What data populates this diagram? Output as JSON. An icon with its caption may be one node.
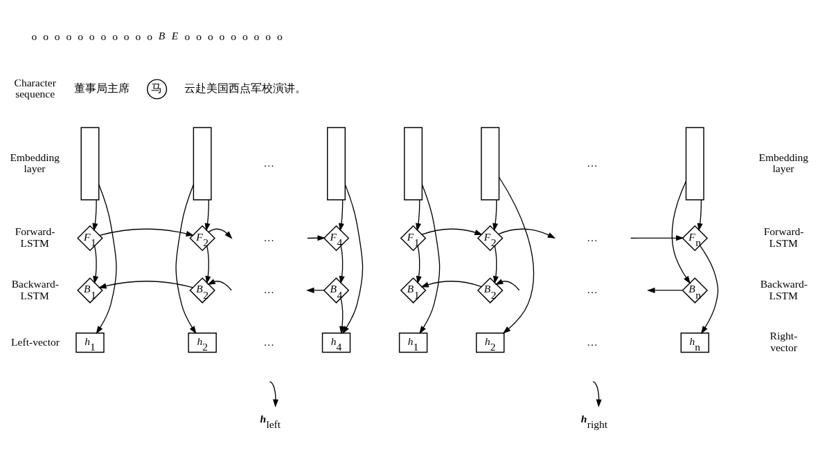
{
  "diagram": {
    "nodes": [
      {
        "text": [
          "马"
        ]
      },
      {
        "text": [],
        "shape": "box"
      },
      {
        "text": [],
        "shape": "box"
      },
      {
        "text": [],
        "shape": "box"
      },
      {
        "text": [],
        "shape": "box"
      },
      {
        "text": [],
        "shape": "box"
      },
      {
        "text": [],
        "shape": "box"
      },
      {
        "text": [
          "*F*$_{1}$"
        ]
      },
      {
        "text": [
          "*F*$_{2}$"
        ]
      },
      {
        "text": [
          "*F*$_{4}$"
        ]
      },
      {
        "text": [
          "*F*$_{1}$"
        ]
      },
      {
        "text": [
          "*F*$_{2}$"
        ]
      },
      {
        "text": [
          "*F*$_{n}$"
        ]
      },
      {
        "text": [
          "*B*$_{1}$"
        ]
      },
      {
        "text": [
          "*B*$_{2}$"
        ]
      },
      {
        "text": [
          "*B*$_{4}$"
        ]
      },
      {
        "text": [
          "*B*$_{1}$"
        ]
      },
      {
        "text": [
          "*B*$_{2}$"
        ]
      },
      {
        "text": [
          "*B*$_{n}$"
        ]
      },
      {
        "text": [
          "*h*$_{1}$"
        ]
      },
      {
        "text": [
          "*h*$_{2}$"
        ]
      },
      {
        "text": [
          "*h*$_{4}$"
        ]
      },
      {
        "text": [
          "*h*$_{1}$"
        ]
      },
      {
        "text": [
          "*h*$_{2}$"
        ]
      },
      {
        "text": [
          "*h*$_{n}$"
        ]
      },
      {
        "text": [
          "**h**$_{left}$"
        ]
      },
      {
        "text": [
          "**h**$_{right}$"
        ]
      }
    ],
    "edges": [
      {
        "from": 1,
        "to": 7,
        "arrow": "to"
      },
      {
        "from": 1,
        "to": 19,
        "arrow": "to"
      },
      {
        "from": 7,
        "to": 13,
        "arrow": "to"
      },
      {
        "from": 7,
        "to": 8,
        "arrow": "to"
      },
      {
        "from": 2,
        "to": 8,
        "arrow": "to"
      },
      {
        "from": 2,
        "to": 20,
        "arrow": "to"
      },
      {
        "from": 8,
        "to": 14,
        "arrow": "to"
      },
      {
        "from": 8,
        "to": null,
        "arrow": "to"
      },
      {
        "from": null,
        "to": 14,
        "arrow": "to"
      },
      {
        "from": 14,
        "to": 13,
        "arrow": "to"
      },
      {
        "from": 3,
        "to": 9,
        "arrow": "to"
      },
      {
        "from": null,
        "to": 9,
        "arrow": "to"
      },
      {
        "from": 3,
        "to": 21,
        "arrow": "to"
      },
      {
        "from": 9,
        "to": 15,
        "arrow": "to"
      },
      {
        "from": 15,
        "to": null,
        "arrow": "to"
      },
      {
        "from": 15,
        "to": 21,
        "arrow": "to"
      },
      {
        "from": 4,
        "to": 10,
        "arrow": "to"
      },
      {
        "from": 4,
        "to": 22,
        "arrow": "to"
      },
      {
        "from": 10,
        "to": 16,
        "arrow": "to"
      },
      {
        "from": 10,
        "to": 11,
        "arrow": "to"
      },
      {
        "from": 5,
        "to": 11,
        "arrow": "to"
      },
      {
        "from": 5,
        "to": 23,
        "arrow": "to"
      },
      {
        "from": 11,
        "to": 17,
        "arrow": "to"
      },
      {
        "from": 11,
        "to": null,
        "arrow": "to"
      },
      {
        "from": null,
        "to": 17,
        "arrow": "to"
      },
      {
        "from": 17,
        "to": 16,
        "arrow": "to"
      },
      {
        "from": 6,
        "to": 12,
        "arrow": "to"
      },
      {
        "from": null,
        "to": 12,
        "arrow": "to"
      },
      {
        "from": 6,
        "to": 18,
        "arrow": "to"
      },
      {
        "from": 12,
        "to": 24,
        "arrow": "to"
      },
      {
        "from": 18,
        "to": null,
        "arrow": "to"
      },
      {
        "from": null,
        "to": 25,
        "arrow": "to"
      },
      {
        "from": null,
        "to": 26,
        "arrow": "to"
      }
    ],
    "labels": [
      "o o o o o o o o o o o *B* *E* o o o o o o o o o",
      "Character sequence",
      "董事局主席",
      "云赴美国西点军校演讲。",
      "Embedding layer",
      "…",
      "…",
      "Embedding layer",
      "Forward- LSTM",
      "…",
      "…",
      "Forward- LSTM",
      "Backward- LSTM",
      "…",
      "…",
      "Backward- LSTM",
      "Left-vector",
      "…",
      "…",
      "Right- vector"
    ]
  }
}
